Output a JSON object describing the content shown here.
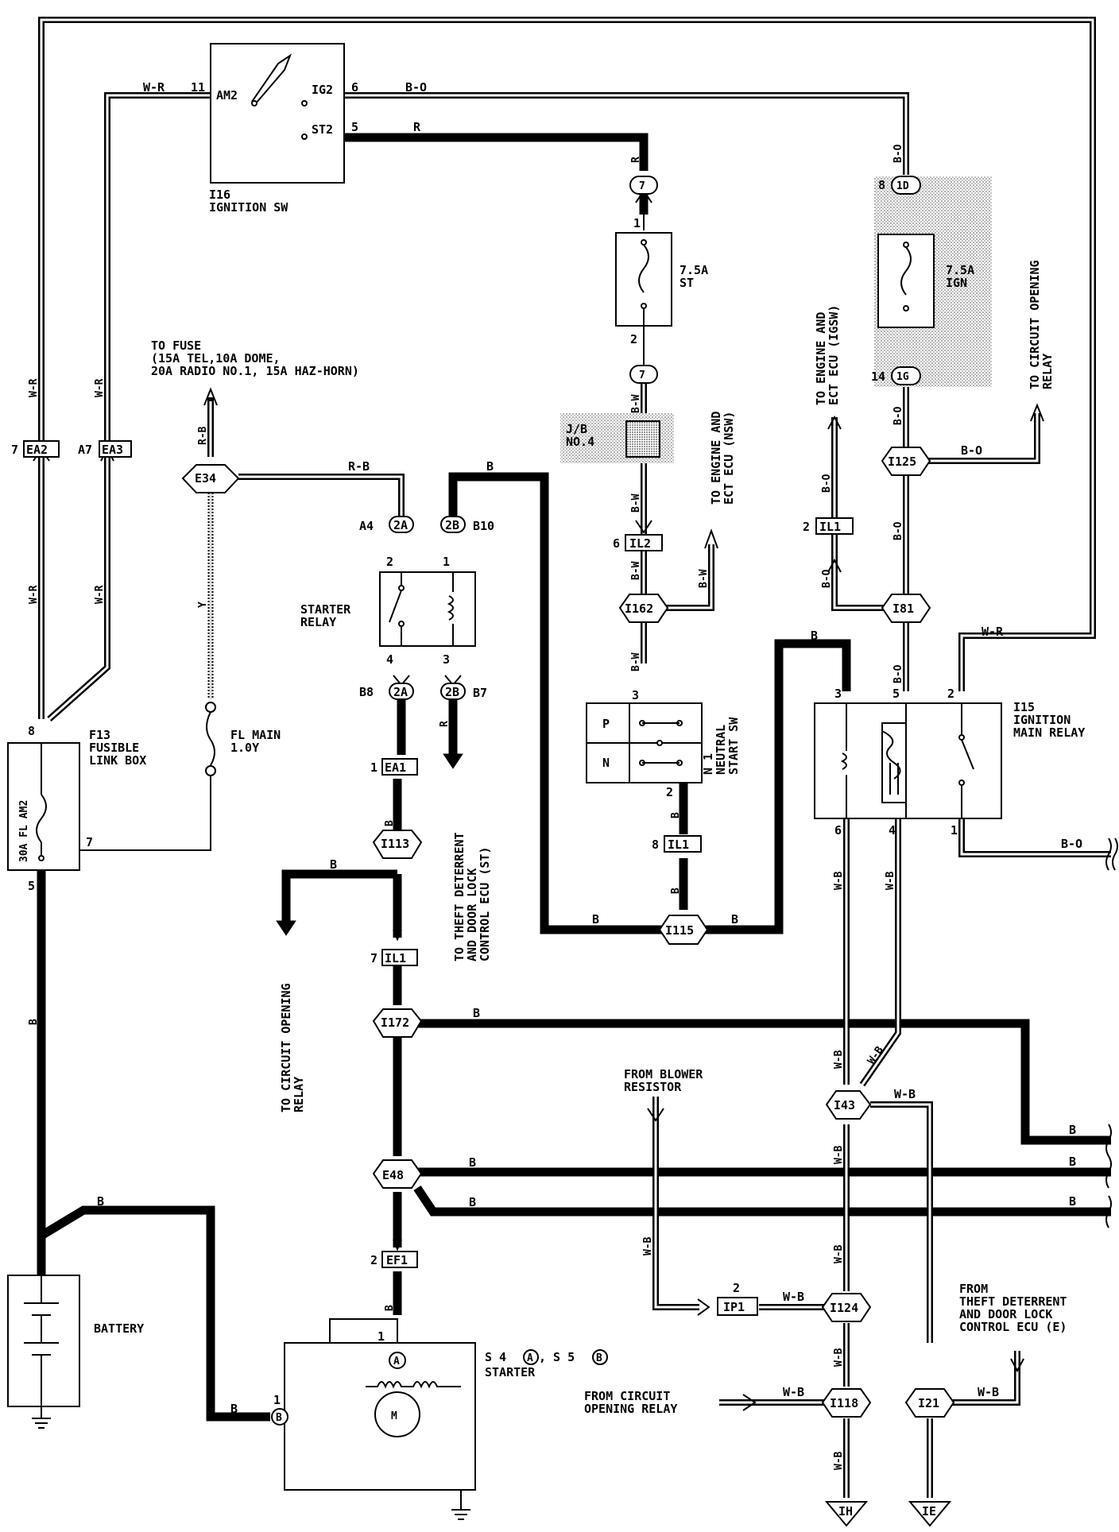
{
  "components": {
    "ignition_sw": {
      "code": "I16",
      "name": "IGNITION SW",
      "terminals": {
        "am2": "AM2",
        "ig2": "IG2",
        "st2": "ST2"
      },
      "pins": {
        "am2": "11",
        "ig2": "6",
        "st2": "5"
      }
    },
    "fusible_link_box": {
      "code": "F13",
      "name1": "FUSIBLE",
      "name2": "LINK BOX",
      "fuse": "30A FL AM2",
      "pins": {
        "top": "8",
        "side": "7",
        "bottom": "5"
      }
    },
    "fl_main": {
      "name": "FL MAIN",
      "rating": "1.0Y"
    },
    "starter_relay": {
      "name1": "STARTER",
      "name2": "RELAY",
      "pins": {
        "p1": "1",
        "p2": "2",
        "p3": "3",
        "p4": "4"
      }
    },
    "fuse_st": {
      "rating": "7.5A",
      "name": "ST",
      "pins": {
        "top": "1",
        "bottom": "2"
      }
    },
    "fuse_ign": {
      "rating": "7.5A",
      "name": "IGN",
      "pins": {
        "top": "8",
        "bottom": "14"
      }
    },
    "jb_no4": {
      "line1": "J/B",
      "line2": "NO.4"
    },
    "neutral_start_sw": {
      "code": "N 1",
      "name1": "NEUTRAL",
      "name2": "START SW",
      "positions": [
        "P",
        "N"
      ],
      "pins": {
        "top": "3",
        "bottom": "2"
      }
    },
    "ignition_main_relay": {
      "code": "I15",
      "name1": "IGNITION",
      "name2": "MAIN RELAY",
      "pins": {
        "p3": "3",
        "p5": "5",
        "p2": "2",
        "p6": "6",
        "p4": "4",
        "p1": "1"
      }
    },
    "battery": {
      "name": "BATTERY"
    },
    "starter": {
      "code": "S 4",
      "codeA": "A",
      "code_sep": ", S 5",
      "codeB": "B",
      "name": "STARTER",
      "pins": {
        "a": "1",
        "b": "1"
      }
    }
  },
  "connectors": {
    "ea2": {
      "id": "EA2",
      "pin": "7"
    },
    "ea3": {
      "id": "EA3",
      "pin": "A7"
    },
    "e34": {
      "id": "E34"
    },
    "c2a_top": {
      "id": "2A",
      "pin": "A4"
    },
    "c2b_top": {
      "id": "2B",
      "pin": "B10"
    },
    "c2a_bot": {
      "id": "2A",
      "pin": "B8"
    },
    "c2b_bot": {
      "id": "2B",
      "pin": "B7"
    },
    "ea1": {
      "id": "EA1",
      "pin": "1"
    },
    "i113": {
      "id": "I113"
    },
    "il1_left": {
      "id": "IL1",
      "pin": "7"
    },
    "i172": {
      "id": "I172"
    },
    "e48": {
      "id": "E48"
    },
    "ef1": {
      "id": "EF1",
      "pin": "2"
    },
    "c7_top": {
      "id": "7"
    },
    "c7_bot": {
      "id": "7"
    },
    "il2": {
      "id": "IL2",
      "pin": "6"
    },
    "i162": {
      "id": "I162"
    },
    "il1_mid": {
      "id": "IL1",
      "pin": "8"
    },
    "i115": {
      "id": "I115"
    },
    "c1d": {
      "id": "1D"
    },
    "c1g": {
      "id": "1G"
    },
    "i125": {
      "id": "I125"
    },
    "il1_right": {
      "id": "IL1",
      "pin": "2"
    },
    "i81": {
      "id": "I81"
    },
    "i43": {
      "id": "I43"
    },
    "ip1": {
      "id": "IP1",
      "pin": "2"
    },
    "i124": {
      "id": "I124"
    },
    "i118": {
      "id": "I118"
    },
    "i21": {
      "id": "I21"
    },
    "ih": {
      "id": "IH"
    },
    "ie": {
      "id": "IE"
    }
  },
  "wire_colors": {
    "w_r_top": "W-R",
    "b_o_top": "B-O",
    "r_top": "R",
    "r_st_vert": "R",
    "b_o_ign": "B-O",
    "w_r_left1": "W-R",
    "w_r_left2": "W-R",
    "w_r_left3": "W-R",
    "w_r_left4": "W-R",
    "r_b_up": "R-B",
    "r_b_horiz": "R-B",
    "y_flmain": "Y",
    "b_top_mid": "B",
    "b_w_1": "B-W",
    "b_w_2": "B-W",
    "b_w_3": "B-W",
    "b_w_4": "B-W",
    "b_w_5": "B-W",
    "b_o_1": "B-O",
    "b_o_2": "B-O",
    "b_o_3": "B-O",
    "b_o_4": "B-O",
    "b_o_5": "B-O",
    "b_o_6": "B-O",
    "b_o_7": "B-O",
    "w_r_right": "W-R",
    "b_relay3": "B",
    "b_left": "B",
    "b_i113": "B",
    "b_battery": "B",
    "b_starter": "B",
    "r_st_down": "R",
    "b_i115_l": "B",
    "b_i115_r": "B",
    "b_nsw1": "B",
    "b_nsw2": "B",
    "b_ea1": "B",
    "b_ef1": "B",
    "b_i172": "B",
    "b_e48_1": "B",
    "b_e48_2": "B",
    "b_right1": "B",
    "b_right2": "B",
    "b_right3": "B",
    "w_b_1": "W-B",
    "w_b_2": "W-B",
    "w_b_3": "W-B",
    "w_b_4": "W-B",
    "w_b_5": "W-B",
    "w_b_6": "W-B",
    "w_b_7": "W-B",
    "w_b_8": "W-B",
    "w_b_9": "W-B",
    "w_b_10": "W-B",
    "w_b_11": "W-B",
    "w_b_12": "W-B",
    "b_o_out": "B-O"
  },
  "destinations": {
    "to_fuse": {
      "l1": "TO FUSE",
      "l2": "(15A TEL,10A DOME,",
      "l3": "20A RADIO NO.1, 15A HAZ-HORN)"
    },
    "to_theft": {
      "l1": "TO THEFT DETERRENT",
      "l2": "AND DOOR LOCK",
      "l3": "CONTROL ECU (ST)"
    },
    "to_circuit_left": {
      "l1": "TO CIRCUIT OPENING",
      "l2": "RELAY"
    },
    "to_engine_nsw": {
      "l1": "TO ENGINE AND",
      "l2": "ECT ECU (NSW)"
    },
    "to_engine_igsw": {
      "l1": "TO ENGINE AND",
      "l2": "ECT ECU (IGSW)"
    },
    "to_circuit_right": {
      "l1": "TO CIRCUIT OPENING",
      "l2": "RELAY"
    },
    "from_blower": {
      "l1": "FROM BLOWER",
      "l2": "RESISTOR"
    },
    "from_theft": {
      "l1": "FROM",
      "l2": "THEFT DETERRENT",
      "l3": "AND DOOR LOCK",
      "l4": "CONTROL ECU (E)"
    },
    "from_circuit": {
      "l1": "FROM CIRCUIT",
      "l2": "OPENING RELAY"
    }
  }
}
